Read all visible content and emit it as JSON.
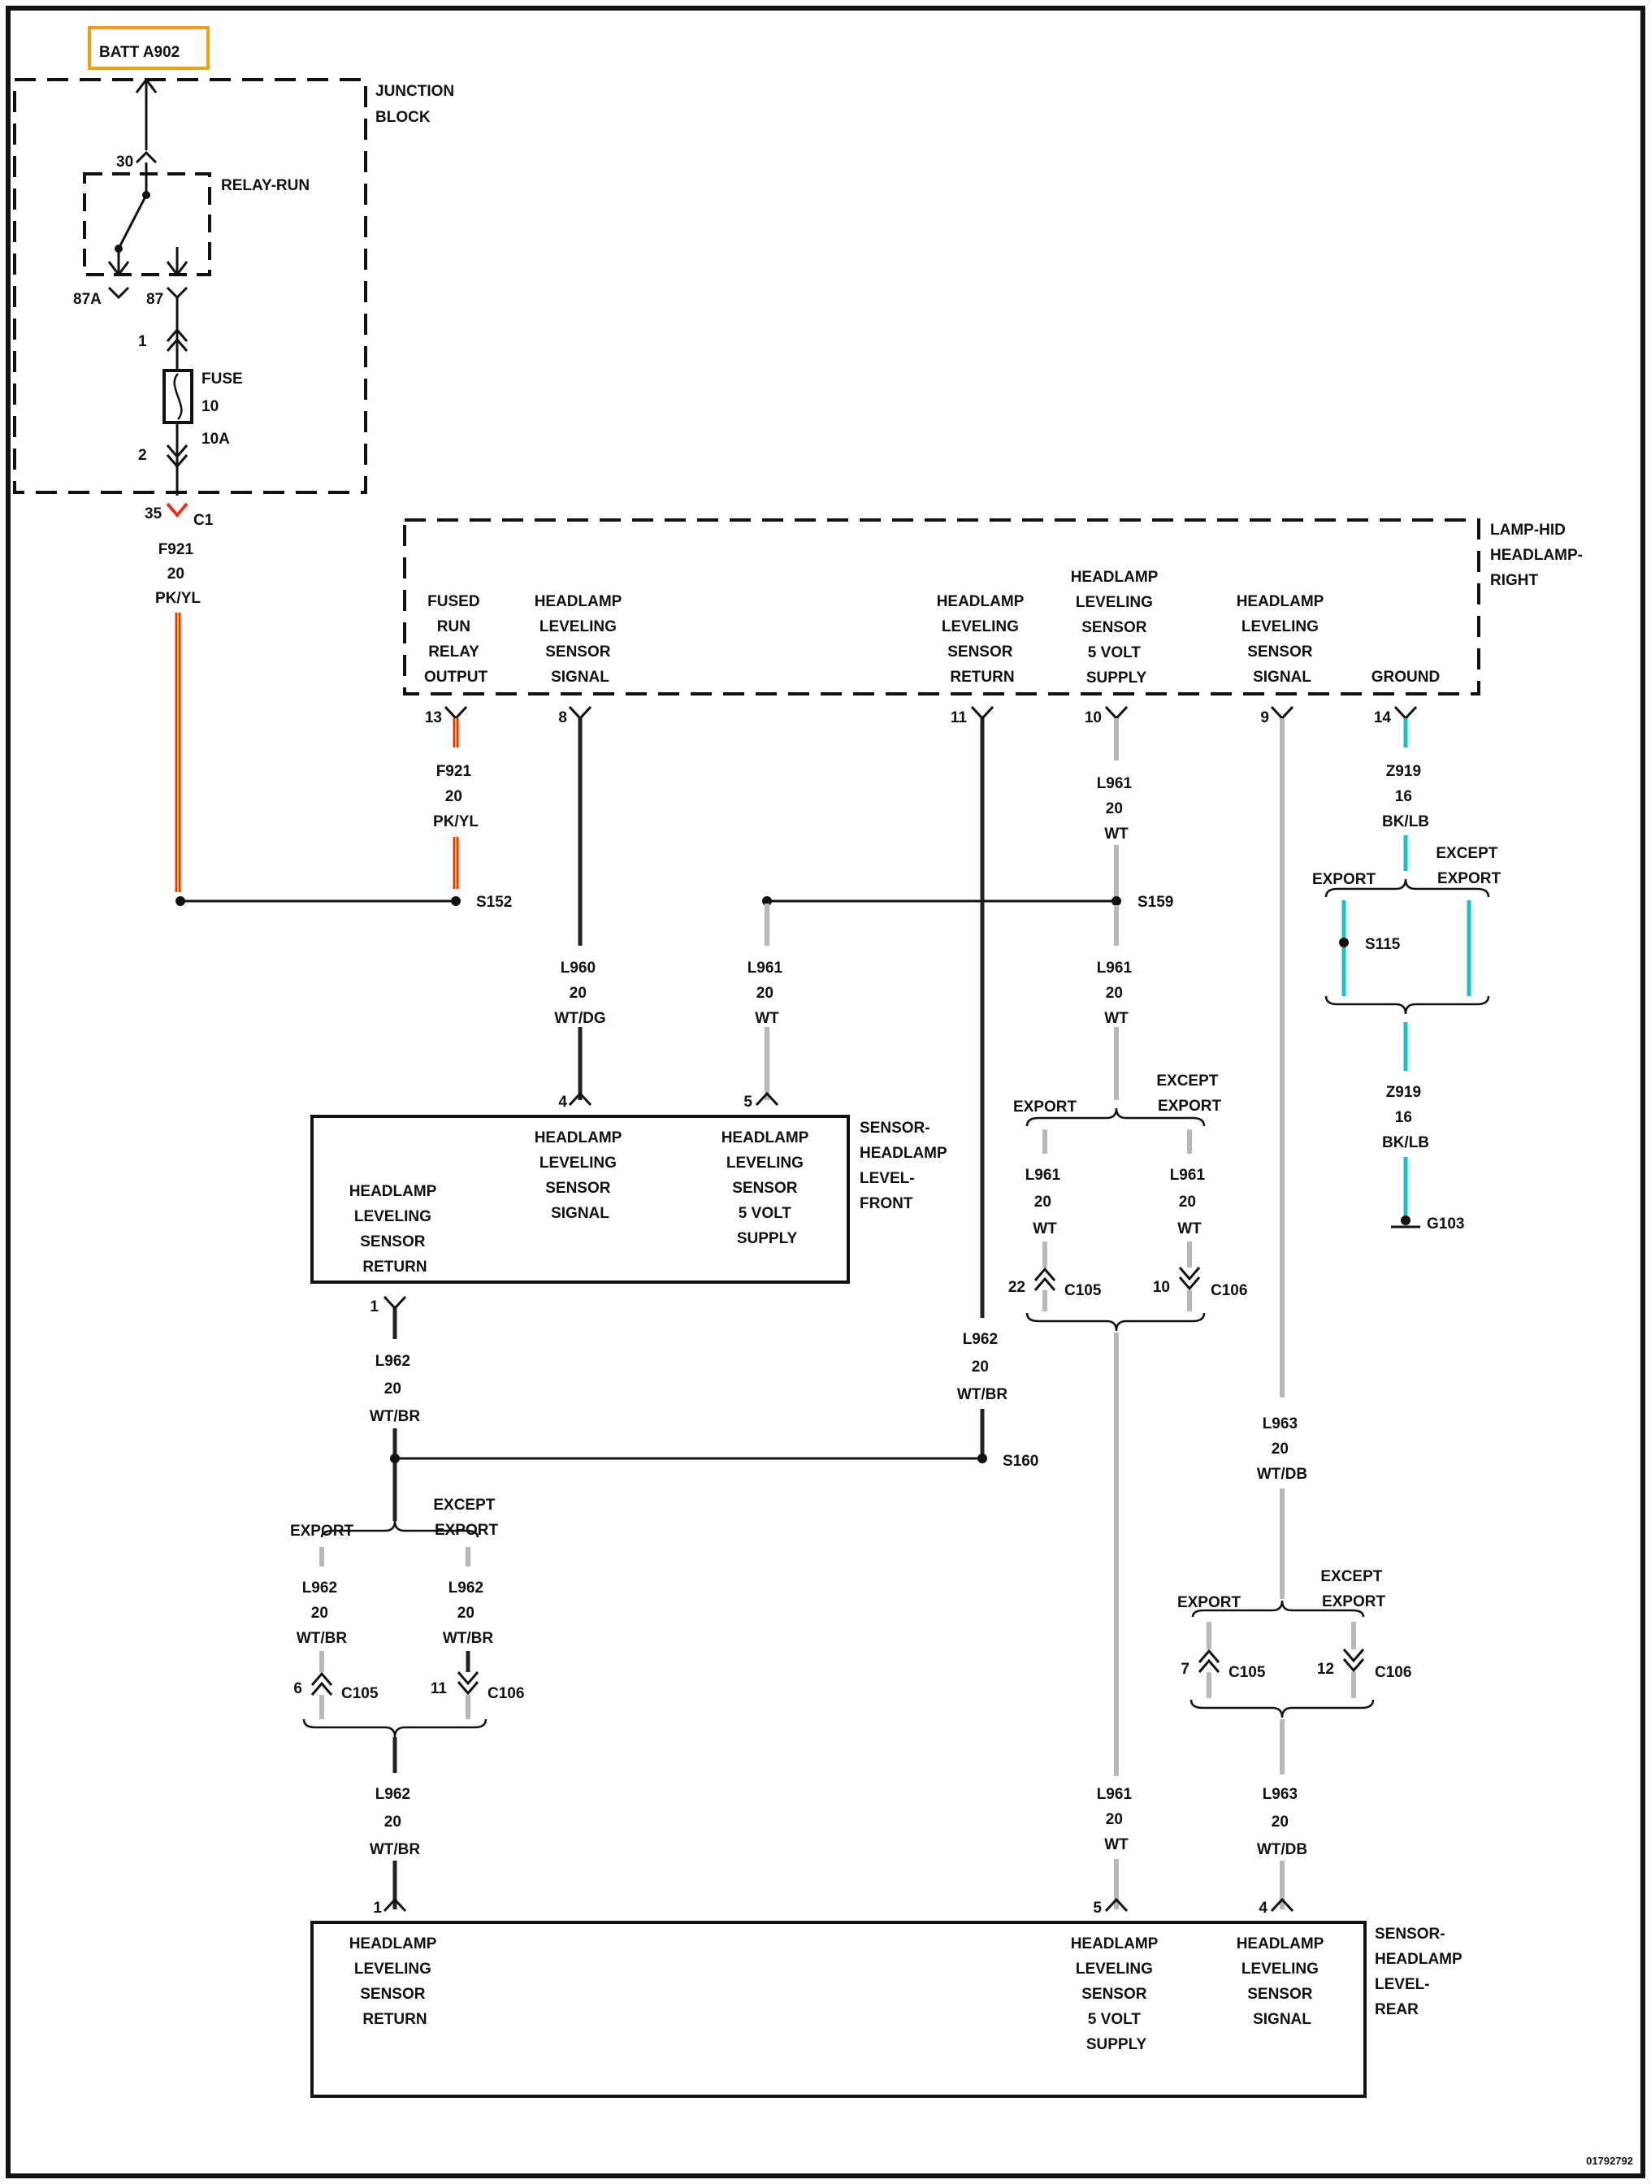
{
  "colors": {
    "power_wire": "#e8301c",
    "power_wire_stripe": "#f2c400",
    "signal_wire": "#222222",
    "supply_wire": "#b8b8b8",
    "ground_wire": "#19c0c8",
    "highlight_box": "#f0a010"
  },
  "source": {
    "label": "BATT A902"
  },
  "junction_block": {
    "title": [
      "JUNCTION",
      "BLOCK"
    ],
    "relay": {
      "label": "RELAY-RUN",
      "pin_in": "30",
      "pin_nc": "87A",
      "pin_no": "87"
    },
    "fuse": {
      "label": "FUSE",
      "number": "10",
      "rating": "10A",
      "pin_top": "1",
      "pin_bottom": "2"
    },
    "output_pin": "35",
    "output_connector": "C1"
  },
  "lamp_module": {
    "title": [
      "LAMP-HID",
      "HEADLAMP-",
      "RIGHT"
    ],
    "pins": [
      {
        "lines": [
          "FUSED",
          "RUN",
          "RELAY",
          "OUTPUT"
        ],
        "pin": "13"
      },
      {
        "lines": [
          "HEADLAMP",
          "LEVELING",
          "SENSOR",
          "SIGNAL"
        ],
        "pin": "8"
      },
      {
        "lines": [
          "HEADLAMP",
          "LEVELING",
          "SENSOR",
          "RETURN"
        ],
        "pin": "11"
      },
      {
        "lines": [
          "HEADLAMP",
          "LEVELING",
          "SENSOR",
          "5 VOLT",
          "SUPPLY"
        ],
        "pin": "10"
      },
      {
        "lines": [
          "HEADLAMP",
          "LEVELING",
          "SENSOR",
          "SIGNAL"
        ],
        "pin": "9"
      },
      {
        "lines": [
          "GROUND"
        ],
        "pin": "14"
      }
    ]
  },
  "front_sensor": {
    "title": [
      "SENSOR-",
      "HEADLAMP",
      "LEVEL-",
      "FRONT"
    ],
    "pins": [
      {
        "lines": [
          "HEADLAMP",
          "LEVELING",
          "SENSOR",
          "RETURN"
        ],
        "pin": "1"
      },
      {
        "lines": [
          "HEADLAMP",
          "LEVELING",
          "SENSOR",
          "SIGNAL"
        ],
        "pin": "4"
      },
      {
        "lines": [
          "HEADLAMP",
          "LEVELING",
          "SENSOR",
          "5 VOLT",
          "SUPPLY"
        ],
        "pin": "5"
      }
    ]
  },
  "rear_sensor": {
    "title": [
      "SENSOR-",
      "HEADLAMP",
      "LEVEL-",
      "REAR"
    ],
    "pins": [
      {
        "lines": [
          "HEADLAMP",
          "LEVELING",
          "SENSOR",
          "RETURN"
        ],
        "pin": "1"
      },
      {
        "lines": [
          "HEADLAMP",
          "LEVELING",
          "SENSOR",
          "5 VOLT",
          "SUPPLY"
        ],
        "pin": "5"
      },
      {
        "lines": [
          "HEADLAMP",
          "LEVELING",
          "SENSOR",
          "SIGNAL"
        ],
        "pin": "4"
      }
    ]
  },
  "wires": {
    "f921_a": [
      "F921",
      "20",
      "PK/YL"
    ],
    "f921_b": [
      "F921",
      "20",
      "PK/YL"
    ],
    "l960": [
      "L960",
      "20",
      "WT/DG"
    ],
    "l961_front": [
      "L961",
      "20",
      "WT"
    ],
    "l961_top": [
      "L961",
      "20",
      "WT"
    ],
    "l961_mid": [
      "L961",
      "20",
      "WT"
    ],
    "l961_export": [
      "L961",
      "20",
      "WT"
    ],
    "l961_except": [
      "L961",
      "20",
      "WT"
    ],
    "l961_rear": [
      "L961",
      "20",
      "WT"
    ],
    "l962_lamp": [
      "L962",
      "20",
      "WT/BR"
    ],
    "l962_front": [
      "L962",
      "20",
      "WT/BR"
    ],
    "l962_export": [
      "L962",
      "20",
      "WT/BR"
    ],
    "l962_except": [
      "L962",
      "20",
      "WT/BR"
    ],
    "l962_rear": [
      "L962",
      "20",
      "WT/BR"
    ],
    "l963_top": [
      "L963",
      "20",
      "WT/DB"
    ],
    "l963_rear": [
      "L963",
      "20",
      "WT/DB"
    ],
    "z919_top": [
      "Z919",
      "16",
      "BK/LB"
    ],
    "z919_bottom": [
      "Z919",
      "16",
      "BK/LB"
    ]
  },
  "splices": {
    "s152": "S152",
    "s159": "S159",
    "s160": "S160",
    "s115": "S115"
  },
  "ground": {
    "label": "G103"
  },
  "options": {
    "export": "EXPORT",
    "except": [
      "EXCEPT",
      "EXPORT"
    ]
  },
  "connectors": {
    "l961_export": {
      "pin": "22",
      "name": "C105"
    },
    "l961_except": {
      "pin": "10",
      "name": "C106"
    },
    "l962_export": {
      "pin": "6",
      "name": "C105"
    },
    "l962_except": {
      "pin": "11",
      "name": "C106"
    },
    "l963_export": {
      "pin": "7",
      "name": "C105"
    },
    "l963_except": {
      "pin": "12",
      "name": "C106"
    }
  },
  "figure_id": "01792792"
}
